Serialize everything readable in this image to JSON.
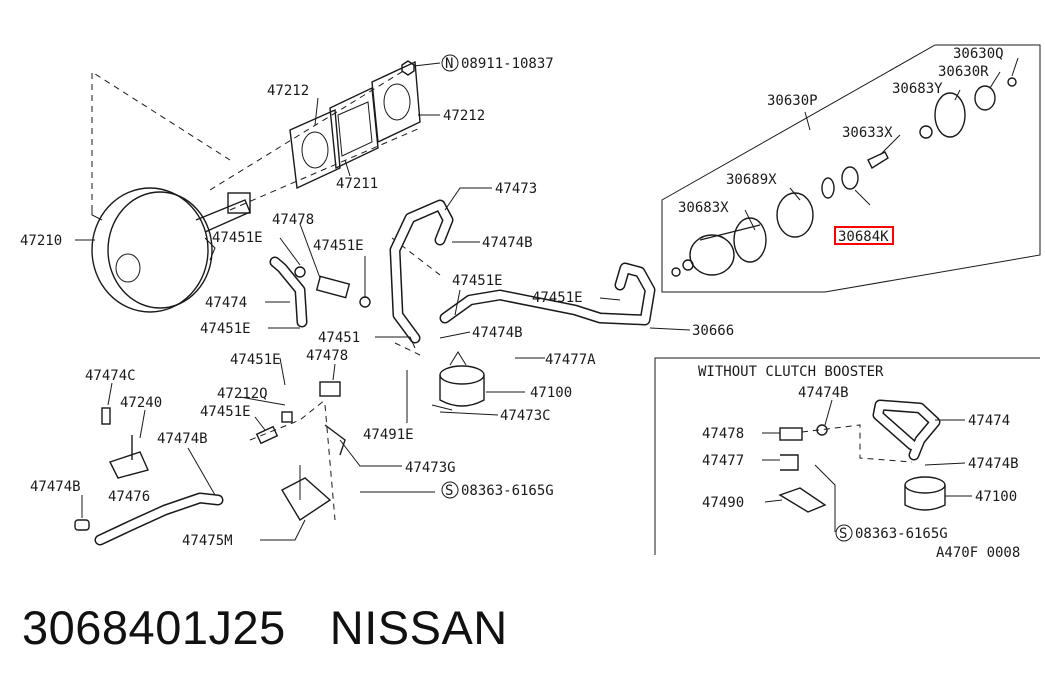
{
  "labels": {
    "n08911": "N",
    "p08911_10837": "08911-10837",
    "p47212a": "47212",
    "p47212b": "47212",
    "p47211": "47211",
    "p47210": "47210",
    "p47478a": "47478",
    "p47451e_a": "47451E",
    "p47451e_b": "47451E",
    "p47474_l": "47474",
    "p47451e_c": "47451E",
    "p47473": "47473",
    "p47474b_a": "47474B",
    "p47451e_d": "47451E",
    "p47451e_e": "47451E",
    "p47451_f": "47451",
    "p47474b_b": "47474B",
    "p30666": "30666",
    "p47451e_g": "47451E",
    "p47478b": "47478",
    "p47477a": "47477A",
    "p47100a": "47100",
    "p47474c": "47474C",
    "p47240": "47240",
    "p47212q": "47212Q",
    "p47451e_h": "47451E",
    "p47474b_c": "47474B",
    "p47491e": "47491E",
    "p47473c": "47473C",
    "p47473g": "47473G",
    "p47474b_d": "47474B",
    "p47476": "47476",
    "s08363a": "S",
    "p08363_6165g_a": "08363-6165G",
    "p47475m": "47475M",
    "p30630q": "30630Q",
    "p30630r": "30630R",
    "p30630p": "30630P",
    "p30683y": "30683Y",
    "p30633x": "30633X",
    "p30689x": "30689X",
    "p30683x": "30683X",
    "p30684k": "30684K",
    "inset_title": "WITHOUT CLUTCH BOOSTER",
    "p47474b_i": "47474B",
    "p47474_i": "47474",
    "p47478_i": "47478",
    "p47477_i": "47477",
    "p47474b_i2": "47474B",
    "p47490_i": "47490",
    "p47100_i": "47100",
    "s08363b": "S",
    "p08363_6165g_b": "08363-6165G",
    "ref_code": "A470F 0008"
  },
  "caption": {
    "part_number": "3068401J25",
    "brand": "NISSAN"
  },
  "colors": {
    "line": "#1a1a1a",
    "highlight_box": "#ff0000",
    "background": "#ffffff"
  }
}
